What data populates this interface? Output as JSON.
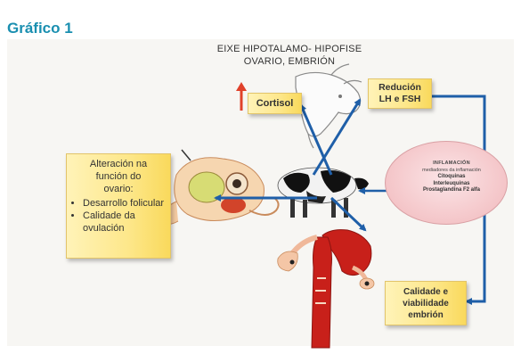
{
  "figure_title": "Gráfico 1",
  "header": {
    "line1": "EIXE HIPOTALAMO- HIPOFISE",
    "line2": "OVARIO, EMBRIÓN"
  },
  "cortisol_box": {
    "label": "Cortisol"
  },
  "lh_box": {
    "line1": "Redución",
    "line2": "LH e FSH"
  },
  "ovary_box": {
    "heading_line1": "Alteración na",
    "heading_line2": "función do",
    "heading_line3": "ovario:",
    "item1": "Desarrollo folicular",
    "item2": "Calidade da ovulación"
  },
  "embryo_box": {
    "line1": "Calidade e",
    "line2": "viabilidade",
    "line3": "embrión"
  },
  "inflammation": {
    "title": "INFLAMACIÓN",
    "subtitle": "mediadores da inflamación",
    "item1": "Citoquinas",
    "item2": "Interleuquinas",
    "item3": "Prostaglandina F2 alfa"
  },
  "colors": {
    "title_blue": "#1a8fb0",
    "arrow_blue": "#1f5fa8",
    "arrow_red": "#e0412a",
    "box_yellow": "#fde78a"
  }
}
